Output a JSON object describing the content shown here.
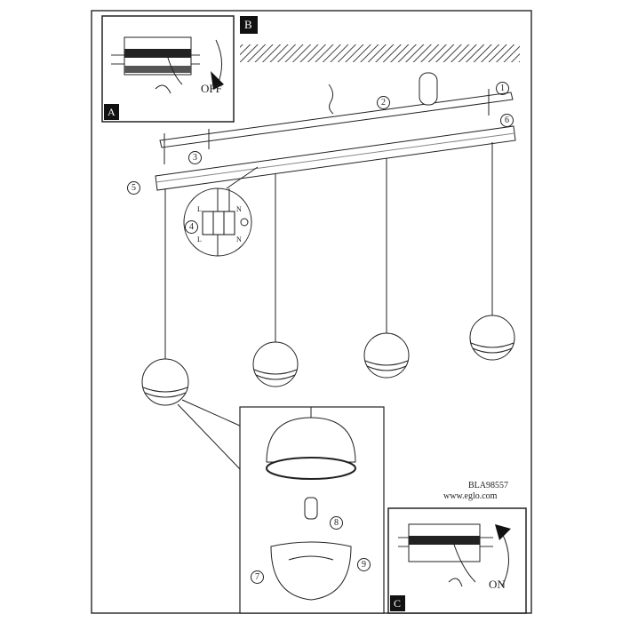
{
  "panels": {
    "a": {
      "label": "A",
      "action": "OFF"
    },
    "b": {
      "label": "B"
    },
    "c": {
      "label": "C",
      "action": "ON"
    }
  },
  "steps": [
    "1",
    "2",
    "3",
    "4",
    "5",
    "6",
    "7",
    "8",
    "9"
  ],
  "terminal_labels": {
    "live": "L",
    "neutral": "N"
  },
  "footer": {
    "model": "BLA98557",
    "website": "www.eglo.com"
  }
}
